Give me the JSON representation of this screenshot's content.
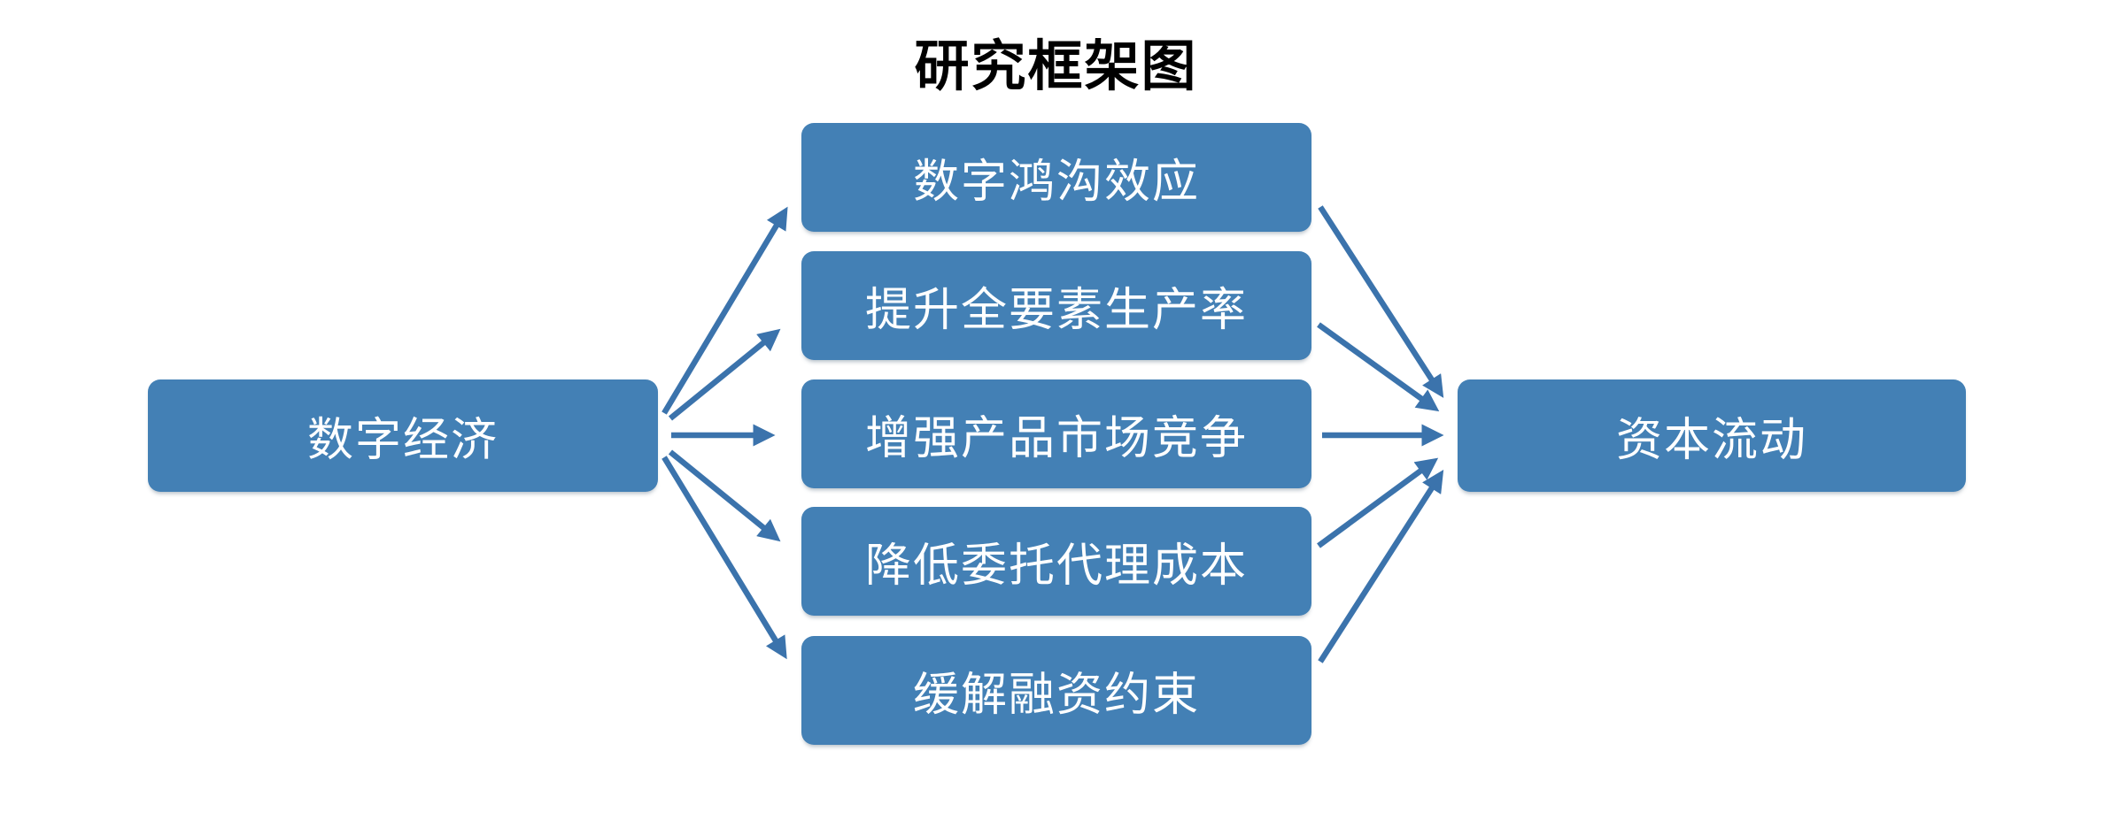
{
  "diagram": {
    "title": "研究框架图",
    "source": {
      "id": "digital-economy",
      "label": "数字经济"
    },
    "mediators": [
      {
        "id": "digital-divide",
        "label": "数字鸿沟效应"
      },
      {
        "id": "total-factor-productivity",
        "label": "提升全要素生产率"
      },
      {
        "id": "product-market-competition",
        "label": "增强产品市场竞争"
      },
      {
        "id": "principal-agent-cost",
        "label": "降低委托代理成本"
      },
      {
        "id": "financing-constraints",
        "label": "缓解融资约束"
      }
    ],
    "target": {
      "id": "capital-flow",
      "label": "资本流动"
    },
    "edges": [
      {
        "from": "digital-economy",
        "to": "digital-divide"
      },
      {
        "from": "digital-economy",
        "to": "total-factor-productivity"
      },
      {
        "from": "digital-economy",
        "to": "product-market-competition"
      },
      {
        "from": "digital-economy",
        "to": "principal-agent-cost"
      },
      {
        "from": "digital-economy",
        "to": "financing-constraints"
      },
      {
        "from": "digital-divide",
        "to": "capital-flow"
      },
      {
        "from": "total-factor-productivity",
        "to": "capital-flow"
      },
      {
        "from": "product-market-competition",
        "to": "capital-flow"
      },
      {
        "from": "principal-agent-cost",
        "to": "capital-flow"
      },
      {
        "from": "financing-constraints",
        "to": "capital-flow"
      }
    ],
    "colors": {
      "background": "#FFFFFF",
      "node_fill": "#4380B5",
      "node_text": "#FFFFFF",
      "arrow": "#3B73AC",
      "title_text": "#000000"
    }
  }
}
